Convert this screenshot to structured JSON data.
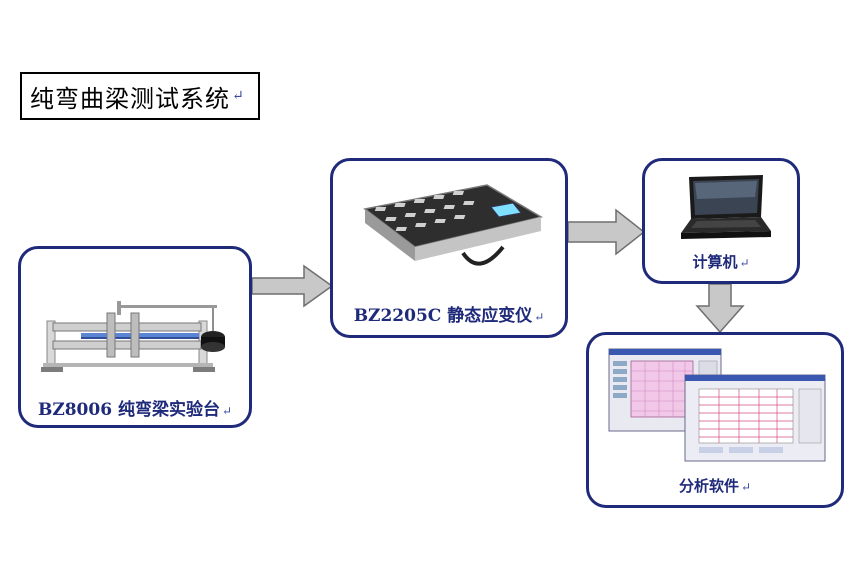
{
  "title": "纯弯曲梁测试系统",
  "return_mark": "↵",
  "nodes": {
    "bench": {
      "label": "BZ8006 纯弯梁实验台",
      "icon": "beam-bench-icon"
    },
    "meter": {
      "label": "BZ2205C 静态应变仪",
      "icon": "strain-meter-icon"
    },
    "pc": {
      "label": "计算机",
      "icon": "laptop-icon"
    },
    "sw": {
      "label": "分析软件",
      "icon": "software-windows-icon"
    }
  },
  "colors": {
    "node_border": "#1f2a7a",
    "arrow_fill": "#c8c8c8",
    "arrow_stroke": "#6f6f6f"
  }
}
